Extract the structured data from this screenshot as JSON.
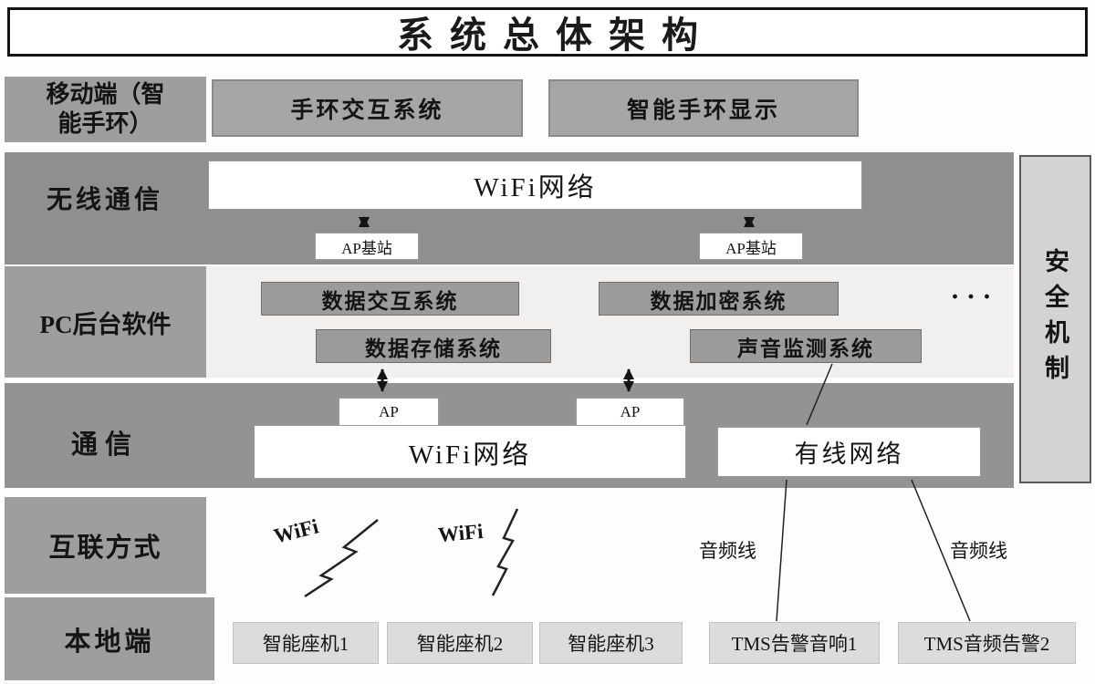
{
  "title": "系统总体架构",
  "security_label": "安全机制",
  "mobile": {
    "label": "移动端（智能手环）",
    "boxes": [
      "手环交互系统",
      "智能手环显示"
    ]
  },
  "wireless": {
    "label": "无线通信",
    "wifi": "WiFi网络",
    "aps": [
      "AP基站",
      "AP基站"
    ]
  },
  "pc": {
    "label": "PC后台软件",
    "boxes": [
      "数据交互系统",
      "数据加密系统",
      "数据存储系统",
      "声音监测系统"
    ],
    "ellipsis": "· · ·"
  },
  "comm": {
    "label": "通信",
    "aps": [
      "AP",
      "AP"
    ],
    "wifi": "WiFi网络",
    "wired": "有线网络"
  },
  "interconnect": {
    "label": "互联方式",
    "wifi_labels": [
      "WiFi",
      "WiFi"
    ],
    "audio_labels": [
      "音频线",
      "音频线"
    ]
  },
  "local": {
    "label": "本地端",
    "boxes": [
      "智能座机1",
      "智能座机2",
      "智能座机3",
      "TMS告警音响1",
      "TMS音频告警2"
    ]
  },
  "colors": {
    "band_dark": "#8f8f8f",
    "band_light": "#f1f0ee",
    "label_gray": "#9e9e9e",
    "inner_gray": "#a6a6a6",
    "inner_gray_dark": "#9c9c9c",
    "white_box": "#ffffff",
    "security_bg": "#d3d3d3",
    "local_box": "#dcdcdc",
    "line": "#1a1a1a"
  }
}
